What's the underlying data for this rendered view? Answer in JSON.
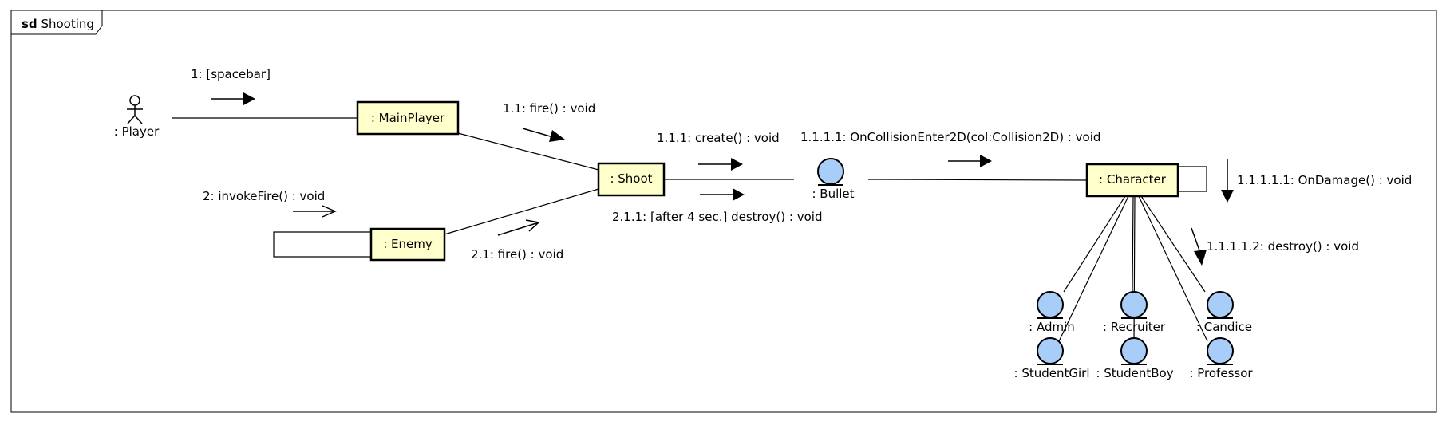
{
  "frame": {
    "kind": "sd",
    "name": "Shooting"
  },
  "colors": {
    "object_fill": "#ffffcc",
    "entity_fill": "#a8cdf8",
    "line": "#000000",
    "background": "#ffffff"
  },
  "lifelines": {
    "actor": {
      "label": ": Player"
    },
    "main_player": {
      "label": ": MainPlayer"
    },
    "enemy": {
      "label": ": Enemy"
    },
    "shoot": {
      "label": ": Shoot"
    },
    "bullet": {
      "label": ": Bullet"
    },
    "character": {
      "label": ": Character"
    }
  },
  "subtypes": {
    "admin": ": Admin",
    "recruiter": ": Recruiter",
    "candice": ": Candice",
    "student_girl": ": StudentGirl",
    "student_boy": ": StudentBoy",
    "professor": ": Professor"
  },
  "messages": {
    "m1": "1: [spacebar]",
    "m11": "1.1: fire() : void",
    "m111": "1.1.1: create() : void",
    "m1111": "1.1.1.1: OnCollisionEnter2D(col:Collision2D) : void",
    "m11111": "1.1.1.1.1: OnDamage() : void",
    "m11112": "1.1.1.1.2: destroy() : void",
    "m2": "2: invokeFire() : void",
    "m21": "2.1: fire() : void",
    "m211": "2.1.1: [after 4 sec.] destroy() : void"
  }
}
